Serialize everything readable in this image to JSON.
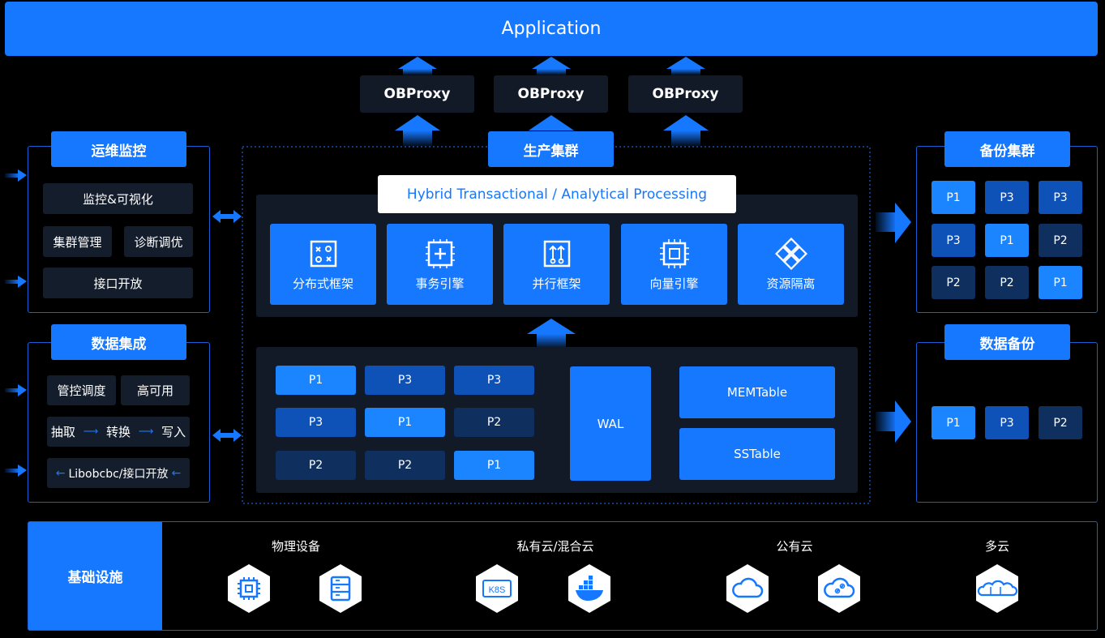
{
  "app": {
    "title": "Application"
  },
  "proxies": [
    "OBProxy",
    "OBProxy",
    "OBProxy"
  ],
  "ops": {
    "title": "运维监控",
    "items": [
      "监控&可视化",
      "集群管理",
      "诊断调优",
      "接口开放"
    ]
  },
  "data_integration": {
    "title": "数据集成",
    "items": [
      "管控调度",
      "高可用",
      "抽取",
      "转换",
      "写入",
      "Libobcbc/接口开放"
    ]
  },
  "production": {
    "title": "生产集群",
    "htap": "Hybrid Transactional / Analytical Processing",
    "features": [
      "分布式框架",
      "事务引擎",
      "并行框架",
      "向量引擎",
      "资源隔离"
    ],
    "partitions": [
      [
        "P1",
        "P3",
        "P3"
      ],
      [
        "P3",
        "P1",
        "P2"
      ],
      [
        "P2",
        "P2",
        "P1"
      ]
    ],
    "wal": "WAL",
    "memtable": "MEMTable",
    "sstable": "SSTable"
  },
  "backup_cluster": {
    "title": "备份集群",
    "partitions": [
      [
        "P1",
        "P3",
        "P3"
      ],
      [
        "P3",
        "P1",
        "P2"
      ],
      [
        "P2",
        "P2",
        "P1"
      ]
    ]
  },
  "data_backup": {
    "title": "数据备份",
    "partitions": [
      "P1",
      "P3",
      "P2"
    ]
  },
  "infra": {
    "title": "基础设施",
    "groups": [
      "物理设备",
      "私有云/混合云",
      "公有云",
      "多云"
    ],
    "k8s_label": "K8S"
  },
  "colors": {
    "accent": "#1677ff",
    "panel": "#141d2c",
    "background": "#000000"
  }
}
